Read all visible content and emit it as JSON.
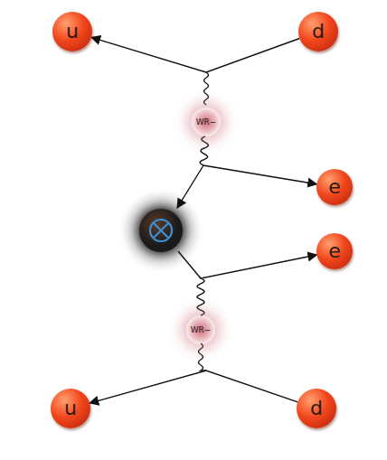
{
  "diagram": {
    "nodes": [
      {
        "text": [
          "u"
        ]
      },
      {
        "text": [
          "d"
        ]
      },
      {
        "text": [
          "WR−"
        ]
      },
      {
        "text": [
          "e"
        ]
      },
      {
        "text": [
          "e"
        ]
      },
      {
        "text": [
          "WR−"
        ]
      },
      {
        "text": [
          "u"
        ]
      },
      {
        "text": [
          "d"
        ]
      }
    ],
    "edges": [
      {
        "from": 1,
        "to": 0,
        "arrow": "to"
      },
      {
        "from": 2,
        "to": 3,
        "arrow": "to"
      },
      {
        "from": 5,
        "to": 4,
        "arrow": "to"
      },
      {
        "from": 7,
        "to": 6,
        "arrow": "to"
      }
    ]
  }
}
